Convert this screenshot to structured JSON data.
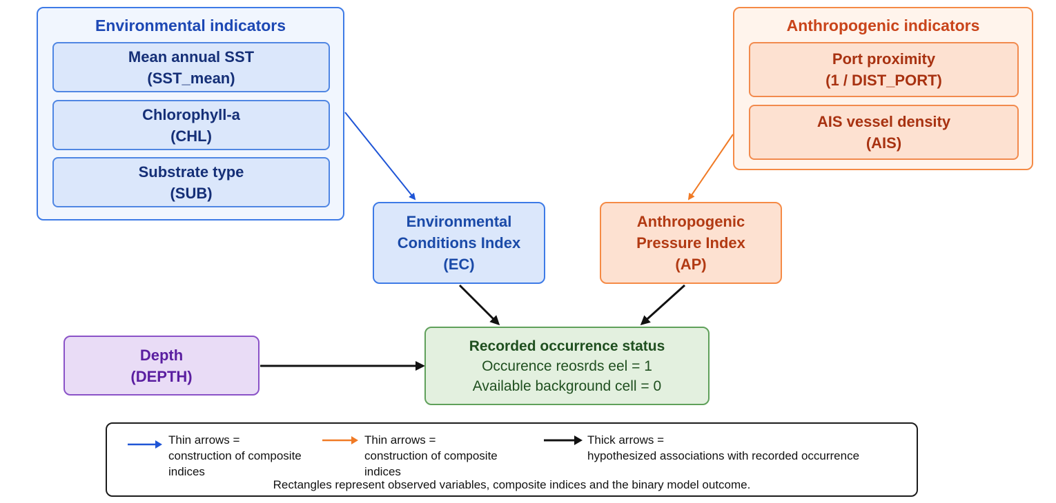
{
  "env_group": {
    "title": "Environmental indicators",
    "items": [
      {
        "name": "Mean annual SST",
        "code": "(SST_mean)"
      },
      {
        "name": "Chlorophyll-a",
        "code": "(CHL)"
      },
      {
        "name": "Substrate type",
        "code": "(SUB)"
      }
    ]
  },
  "anth_group": {
    "title": "Anthropogenic indicators",
    "items": [
      {
        "name": "Port proximity",
        "code": "(1 / DIST_PORT)"
      },
      {
        "name": "AIS vessel density",
        "code": "(AIS)"
      }
    ]
  },
  "ec_index": {
    "line1": "Environmental",
    "line2": "Conditions Index",
    "code": "(EC)"
  },
  "ap_index": {
    "line1": "Anthropogenic",
    "line2": "Pressure Index",
    "code": "(AP)"
  },
  "depth": {
    "name": "Depth",
    "code": "(DEPTH)"
  },
  "outcome": {
    "title": "Recorded occurrence status",
    "line1": "Occurence reosrds eel = 1",
    "line2": "Available background cell = 0"
  },
  "legend": {
    "blue": {
      "line1": "Thin arrows =",
      "line2": "construction of composite",
      "line3": "indices"
    },
    "orange": {
      "line1": "Thin arrows =",
      "line2": "construction of composite",
      "line3": "indices"
    },
    "black": {
      "line1": "Thick arrows =",
      "line2": "hypothesized associations with recorded occurrence"
    },
    "note": "Rectangles represent observed variables, composite indices and the binary model outcome."
  },
  "colors": {
    "env_arrow": "#1f55d6",
    "anth_arrow": "#f07a25",
    "assoc_arrow": "#111111"
  }
}
